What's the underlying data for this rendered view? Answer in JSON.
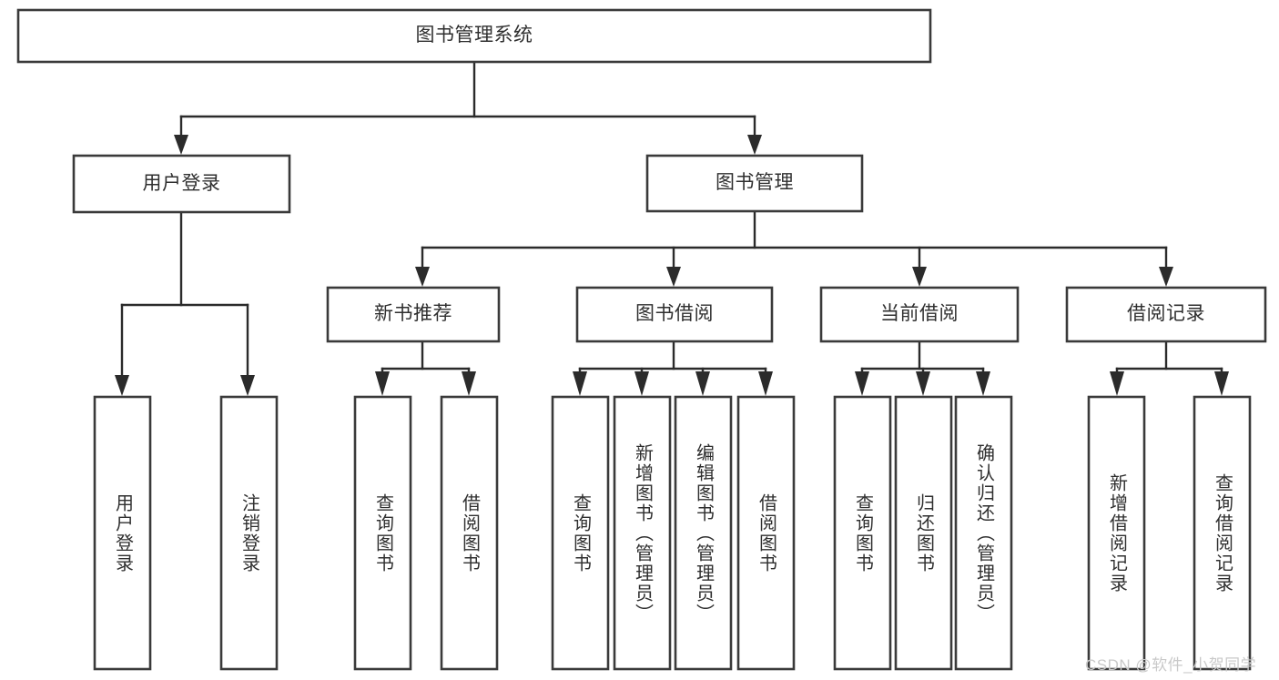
{
  "diagram": {
    "type": "tree-hierarchy-chart",
    "title": "图书管理系统",
    "colors": {
      "box_stroke": "#3a3a3a",
      "box_fill": "#ffffff",
      "connector": "#2b2b2b",
      "text": "#2f2f2f",
      "background": "#ffffff",
      "watermark": "#c9c9c9"
    },
    "root": {
      "label": "图书管理系统"
    },
    "level2": [
      {
        "label": "用户登录"
      },
      {
        "label": "图书管理"
      }
    ],
    "level3": [
      {
        "label": "新书推荐"
      },
      {
        "label": "图书借阅"
      },
      {
        "label": "当前借阅"
      },
      {
        "label": "借阅记录"
      }
    ],
    "leaves": {
      "user_login": [
        {
          "label": "用户登录"
        },
        {
          "label": "注销登录"
        }
      ],
      "new_book_recommend": [
        {
          "label": "查询图书"
        },
        {
          "label": "借阅图书"
        }
      ],
      "book_borrow": [
        {
          "label": "查询图书"
        },
        {
          "label": "新增图书（管理员）"
        },
        {
          "label": "编辑图书（管理员）"
        },
        {
          "label": "借阅图书"
        }
      ],
      "current_borrow": [
        {
          "label": "查询图书"
        },
        {
          "label": "归还图书"
        },
        {
          "label": "确认归还（管理员）"
        }
      ],
      "borrow_record": [
        {
          "label": "新增借阅记录"
        },
        {
          "label": "查询借阅记录"
        }
      ]
    }
  },
  "watermark": {
    "text": "CSDN @软件_小贺同学"
  }
}
